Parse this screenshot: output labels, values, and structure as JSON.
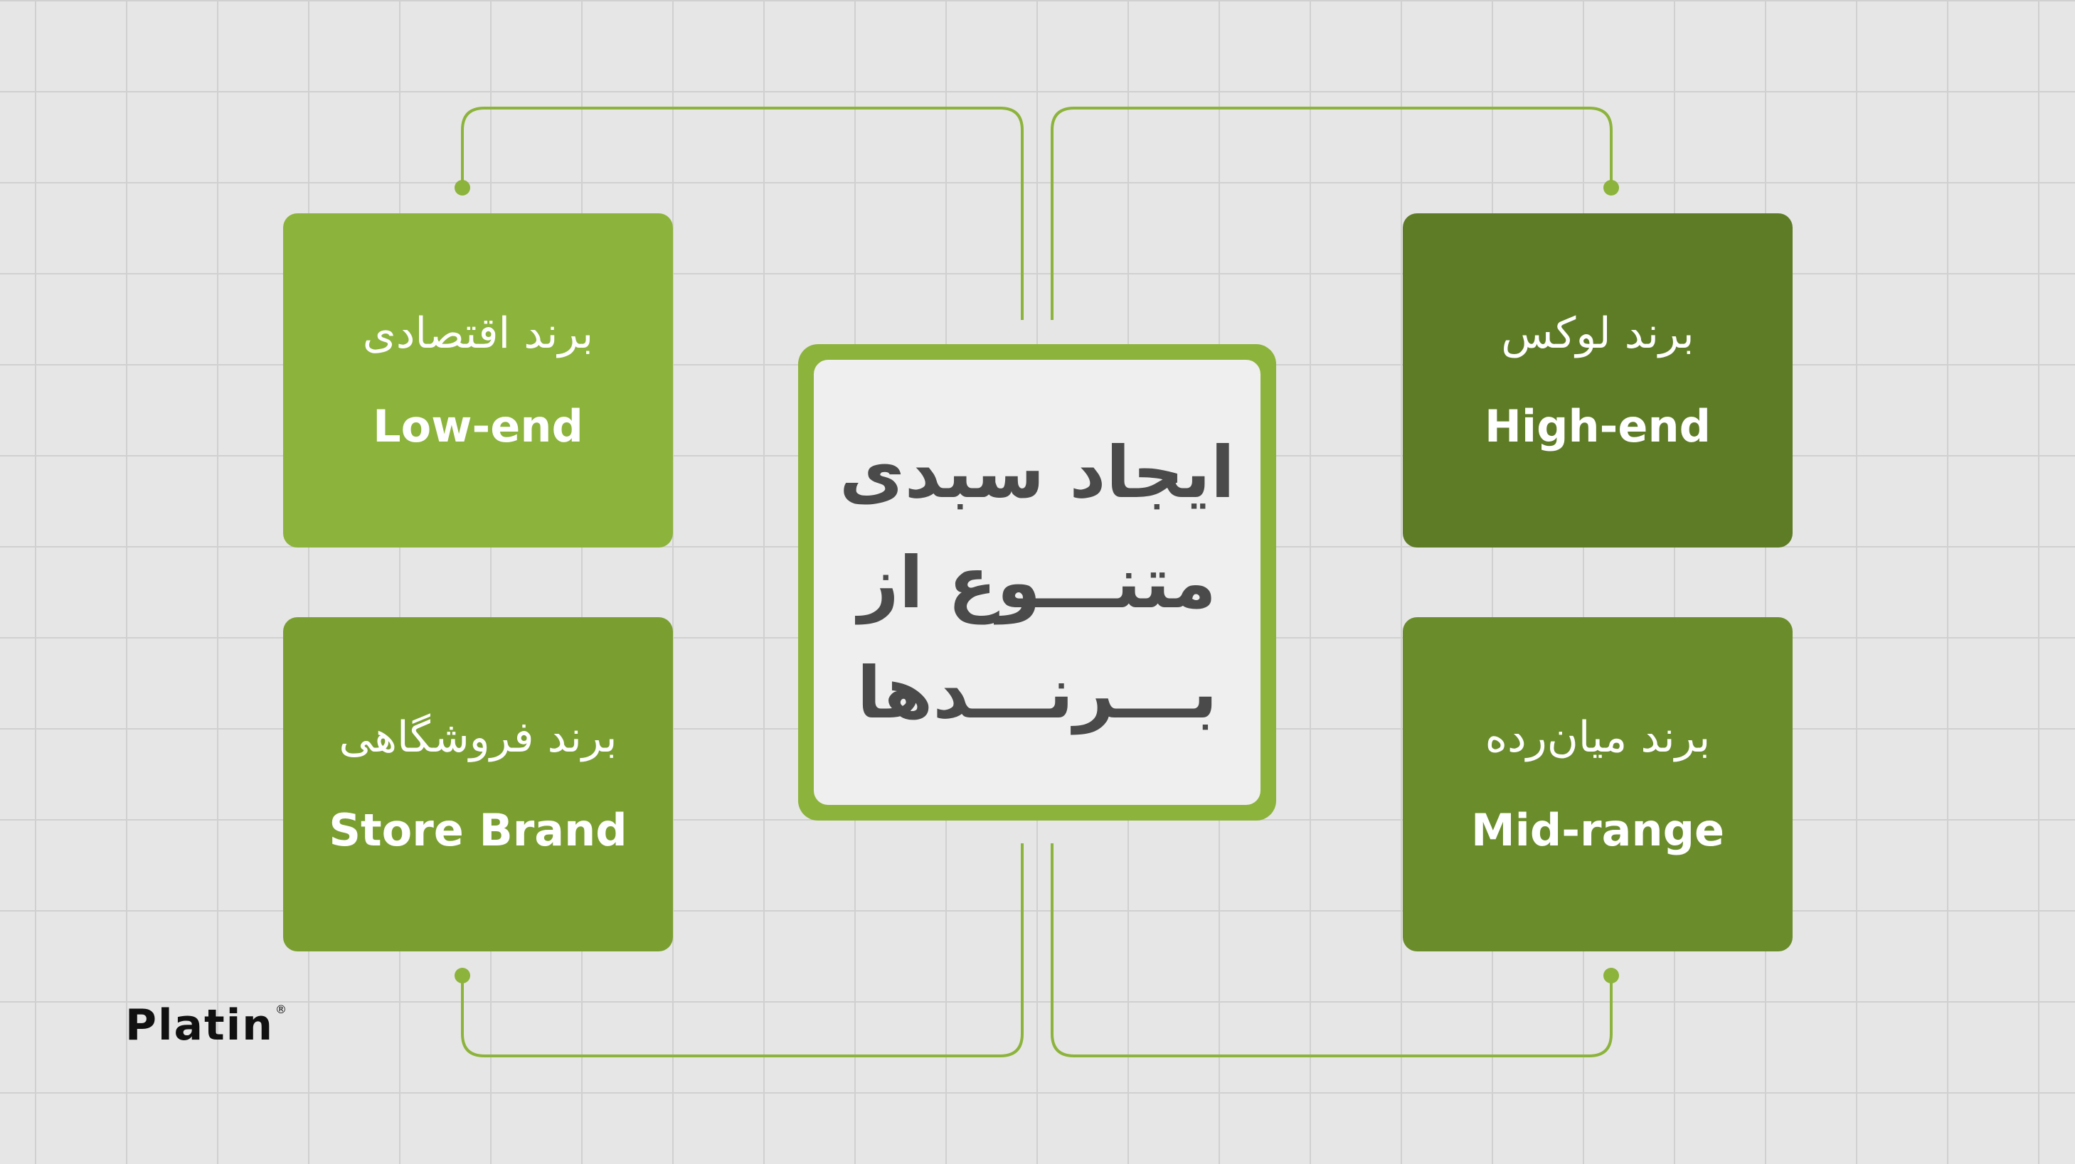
{
  "center": {
    "lines": [
      "ایجاد سبدی",
      "متنـــوع از",
      "بـــرنـــدها"
    ]
  },
  "boxes": {
    "low_end": {
      "fa": "برند اقتصادی",
      "en": "Low-end"
    },
    "store_brand": {
      "fa": "برند فروشگاهی",
      "en": "Store Brand"
    },
    "high_end": {
      "fa": "برند لوکس",
      "en": "High-end"
    },
    "mid_range": {
      "fa": "برند میان‌رده",
      "en": "Mid-range"
    }
  },
  "logo": {
    "text": "Platin",
    "mark": "®"
  },
  "colors": {
    "background": "#e6e6e6",
    "grid": "#d0d0d0",
    "connector": "#8cb33b",
    "low_end": "#8cb33b",
    "store_brand": "#7a9f30",
    "high_end": "#5e7c26",
    "mid_range": "#6a8c2b",
    "center_text": "#4a4a4a"
  }
}
